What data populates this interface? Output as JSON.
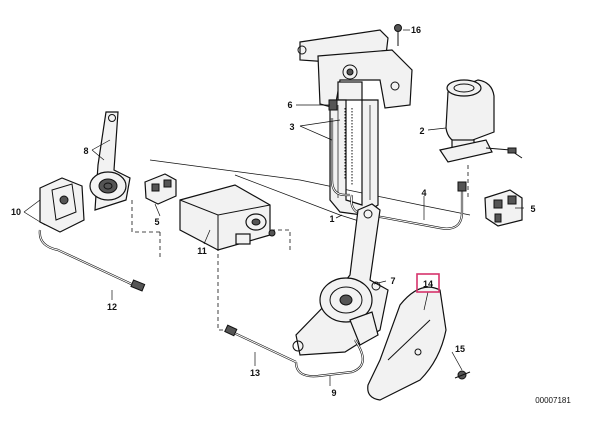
{
  "diagram": {
    "reference_number": "00007181",
    "highlighted_part": "14",
    "highlight_color": "#d6336c",
    "callouts": [
      {
        "id": "c1",
        "label": "1"
      },
      {
        "id": "c2",
        "label": "2"
      },
      {
        "id": "c3",
        "label": "3"
      },
      {
        "id": "c4",
        "label": "4"
      },
      {
        "id": "c5a",
        "label": "5"
      },
      {
        "id": "c5b",
        "label": "5"
      },
      {
        "id": "c6",
        "label": "6"
      },
      {
        "id": "c7",
        "label": "7"
      },
      {
        "id": "c8",
        "label": "8"
      },
      {
        "id": "c9",
        "label": "9"
      },
      {
        "id": "c10",
        "label": "10"
      },
      {
        "id": "c11",
        "label": "11"
      },
      {
        "id": "c12",
        "label": "12"
      },
      {
        "id": "c13",
        "label": "13"
      },
      {
        "id": "c14",
        "label": "14"
      },
      {
        "id": "c15",
        "label": "15"
      },
      {
        "id": "c16",
        "label": "16"
      }
    ]
  }
}
